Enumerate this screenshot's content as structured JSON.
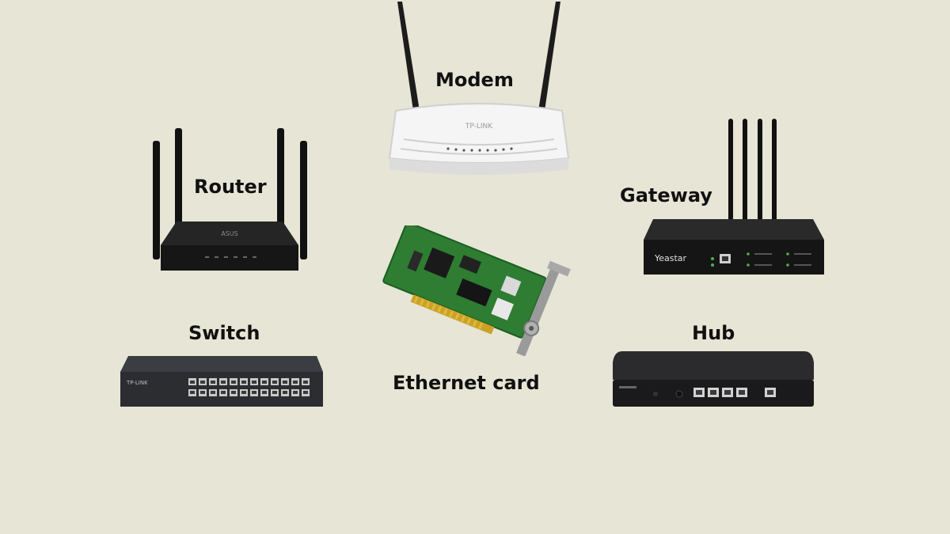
{
  "labels": {
    "modem": "Modem",
    "router": "Router",
    "gateway": "Gateway",
    "switch": "Switch",
    "ethernet_card": "Ethernet card",
    "hub": "Hub"
  },
  "devices": {
    "modem": {
      "brand": "TP-LINK",
      "icon": "wireless-modem-icon"
    },
    "router": {
      "brand": "ASUS",
      "icon": "wireless-router-icon"
    },
    "gateway": {
      "brand": "Yeastar",
      "icon": "gateway-icon"
    },
    "switch": {
      "brand": "TP-LINK",
      "icon": "network-switch-icon"
    },
    "ethernet_card": {
      "icon": "ethernet-card-icon"
    },
    "hub": {
      "icon": "network-hub-icon"
    }
  },
  "colors": {
    "background": "#e6e5d6",
    "label": "#111111",
    "device_dark": "#1c1c1e",
    "device_white": "#f4f4f4",
    "pcb_green": "#2e7d32"
  }
}
